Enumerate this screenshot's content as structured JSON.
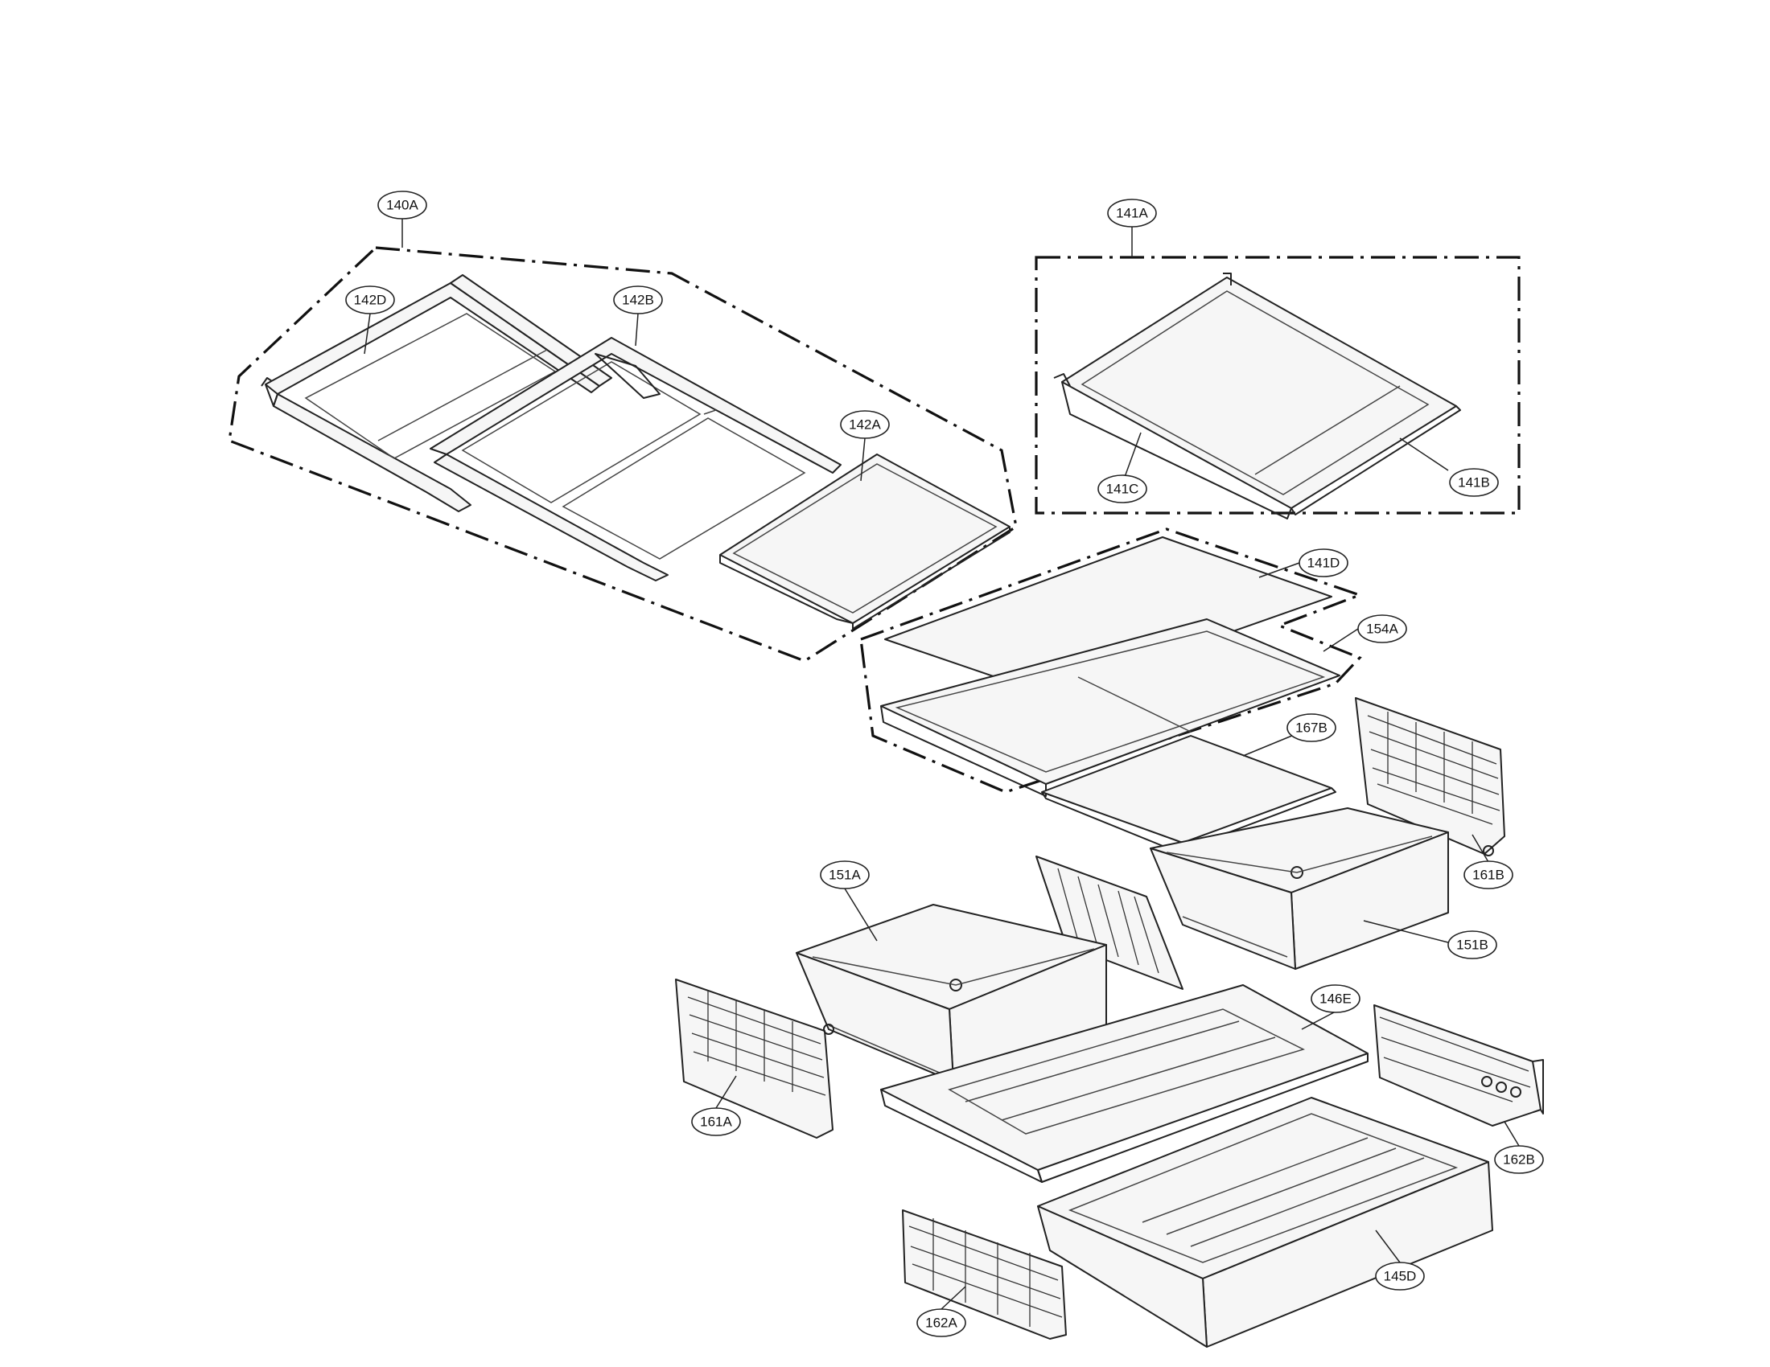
{
  "callouts": {
    "c140A": "140A",
    "c142D": "142D",
    "c142B": "142B",
    "c142A": "142A",
    "c141A": "141A",
    "c141C": "141C",
    "c141B": "141B",
    "c141D": "141D",
    "c154A": "154A",
    "c167B": "167B",
    "c161B": "161B",
    "c151A": "151A",
    "c151B": "151B",
    "c146E": "146E",
    "c161A": "161A",
    "c162B": "162B",
    "c145D": "145D",
    "c162A": "162A"
  }
}
